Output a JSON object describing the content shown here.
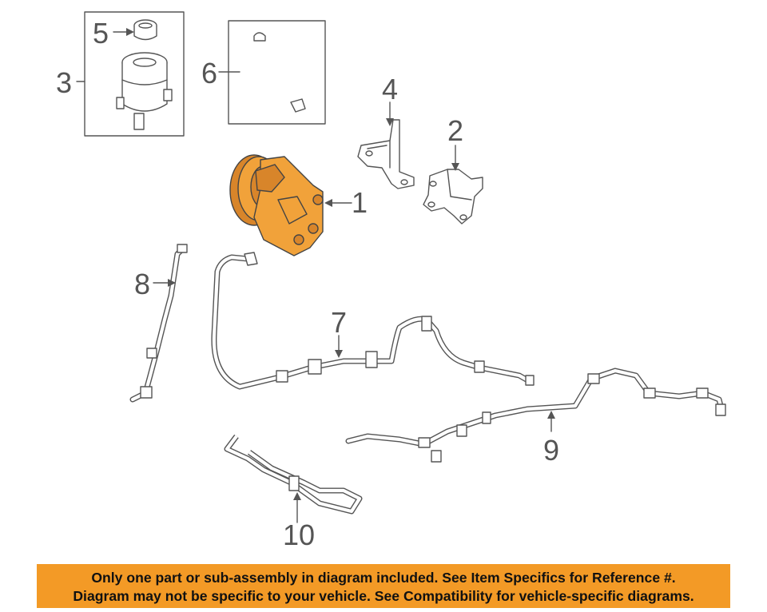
{
  "callouts": {
    "c1": "1",
    "c2": "2",
    "c3": "3",
    "c4": "4",
    "c5": "5",
    "c6": "6",
    "c7": "7",
    "c8": "8",
    "c9": "9",
    "c10": "10"
  },
  "banner": {
    "line1": "Only one part or sub-assembly in diagram included. See Item Specifics for Reference #.",
    "line2": "Diagram may not be specific to your vehicle. See Compatibility for vehicle-specific diagrams."
  },
  "colors": {
    "highlight_part": "#f1a23a",
    "banner_bg": "#f39a26",
    "line_art": "#555555"
  }
}
